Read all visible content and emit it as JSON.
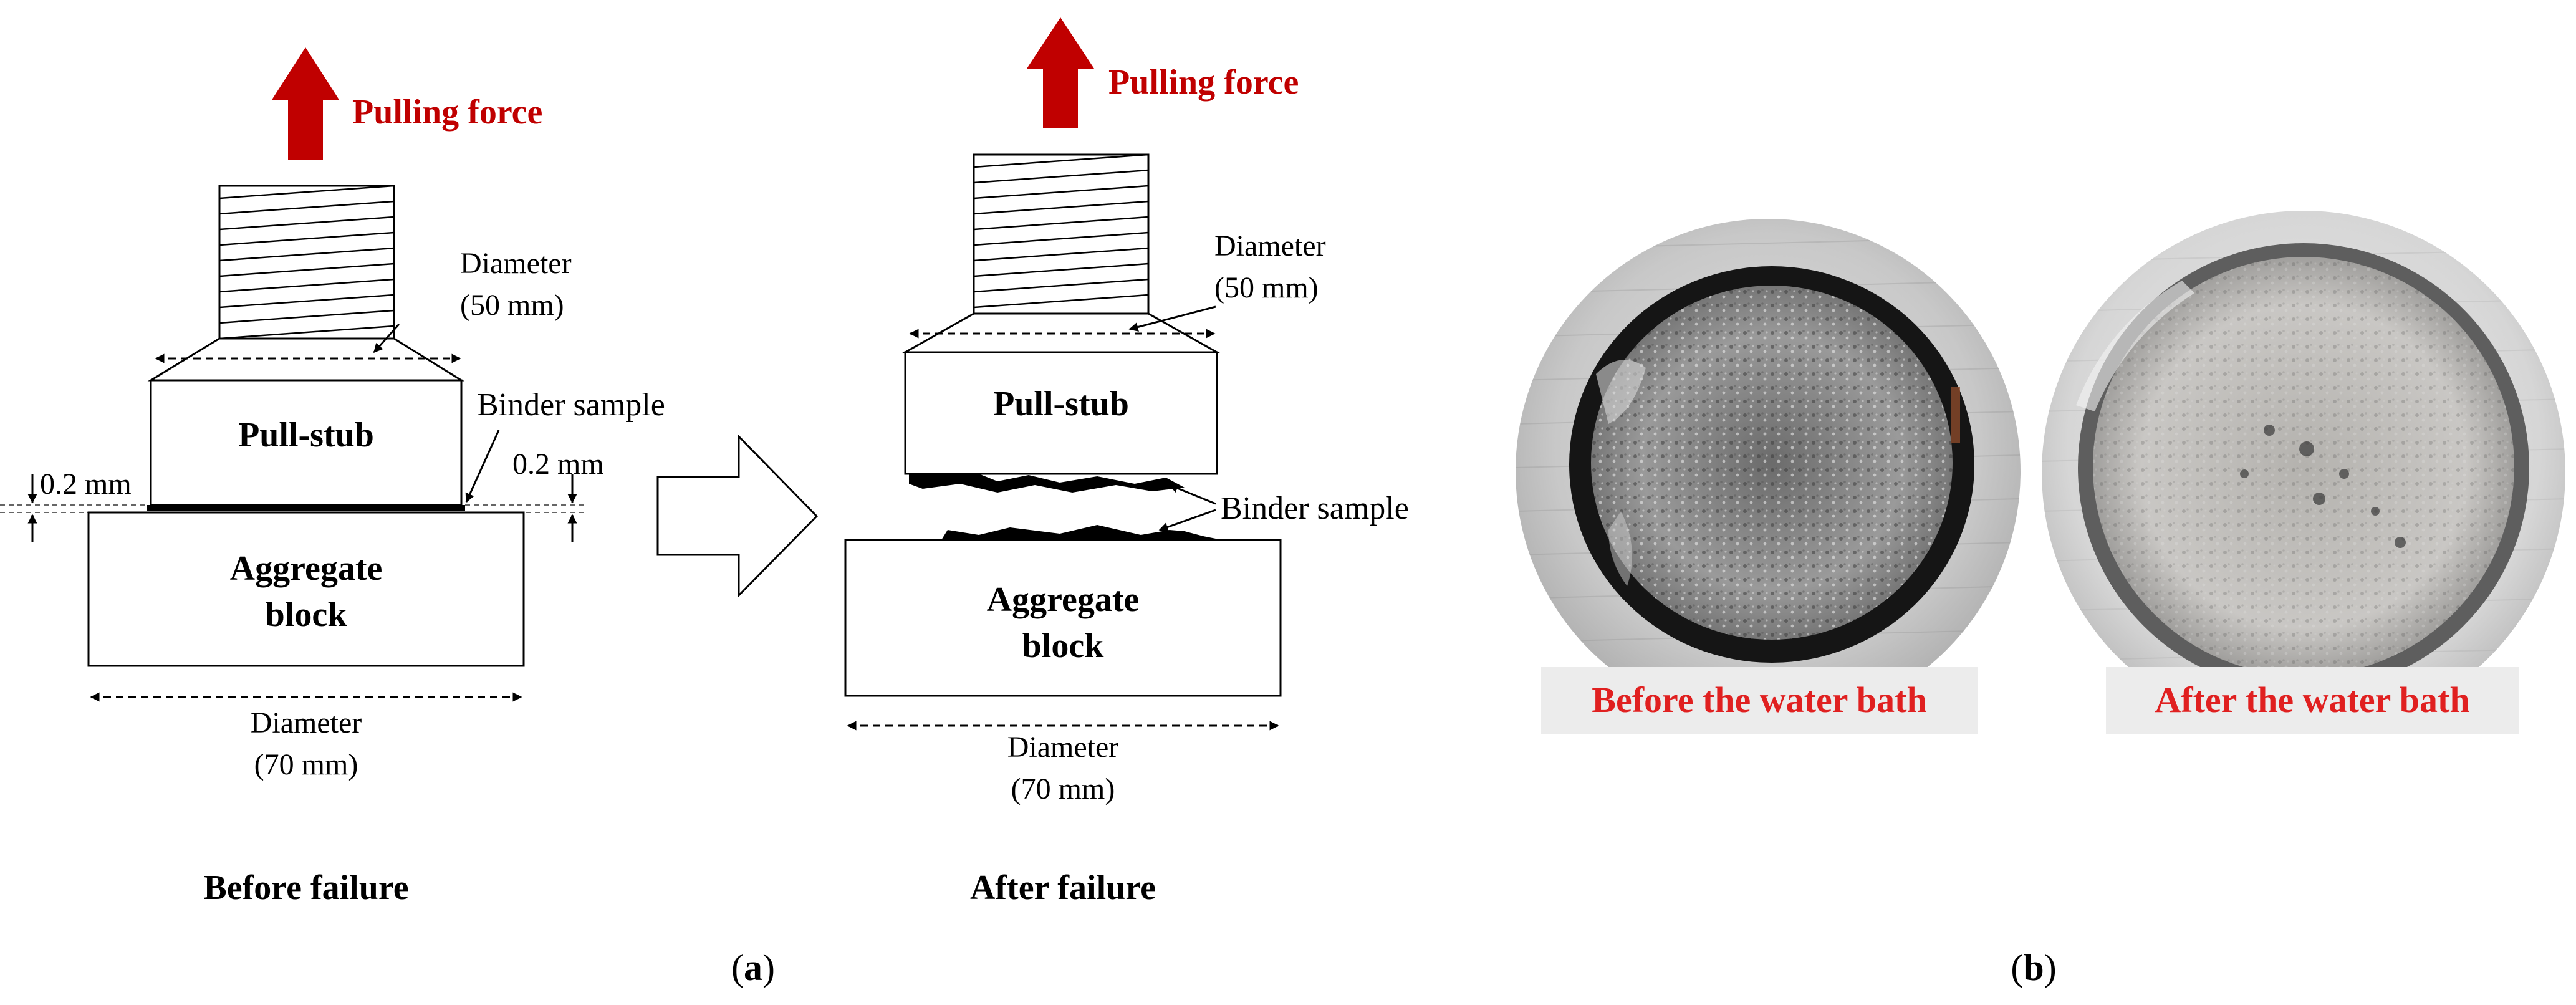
{
  "panel_a": {
    "before": {
      "pulling_force": "Pulling force",
      "stub_diameter": "Diameter",
      "stub_diameter_value": "(50 mm)",
      "pull_stub": "Pull-stub",
      "binder_sample": "Binder sample",
      "thickness_left": "0.2 mm",
      "thickness_right": "0.2 mm",
      "aggregate_line1": "Aggregate",
      "aggregate_line2": "block",
      "block_diameter": "Diameter",
      "block_diameter_value": "(70 mm)",
      "caption": "Before failure"
    },
    "after": {
      "pulling_force": "Pulling force",
      "stub_diameter": "Diameter",
      "stub_diameter_value": "(50 mm)",
      "pull_stub": "Pull-stub",
      "binder_sample": "Binder sample",
      "aggregate_line1": "Aggregate",
      "aggregate_line2": "block",
      "block_diameter": "Diameter",
      "block_diameter_value": "(70 mm)",
      "caption": "After failure"
    },
    "label_open": "(",
    "label_letter": "a",
    "label_close": ")"
  },
  "panel_b": {
    "photo_before_caption": "Before the water bath",
    "photo_after_caption": "After the water bath",
    "label_open": "(",
    "label_letter": "b",
    "label_close": ")"
  },
  "colors": {
    "arrow_red": "#c00000",
    "caption_red": "#e02020",
    "caption_bg": "#ececec"
  }
}
